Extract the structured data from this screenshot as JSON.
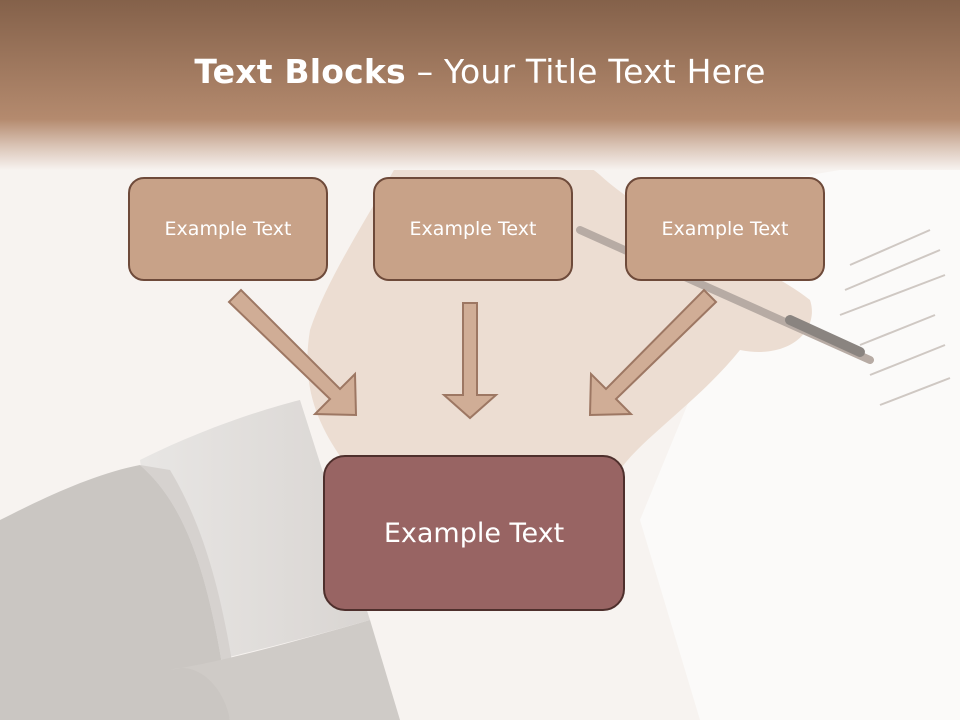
{
  "title": {
    "bold": "Text Blocks",
    "dash": " – ",
    "rest": "Your Title Text Here"
  },
  "boxes": [
    "Example Text",
    "Example Text",
    "Example Text"
  ],
  "center_box": "Example Text",
  "colors": {
    "header": "#9a6b4f",
    "box_fill": "#c8a288",
    "box_border": "#6e4a3a",
    "center_fill": "#986463",
    "center_border": "#4e2f2c"
  }
}
